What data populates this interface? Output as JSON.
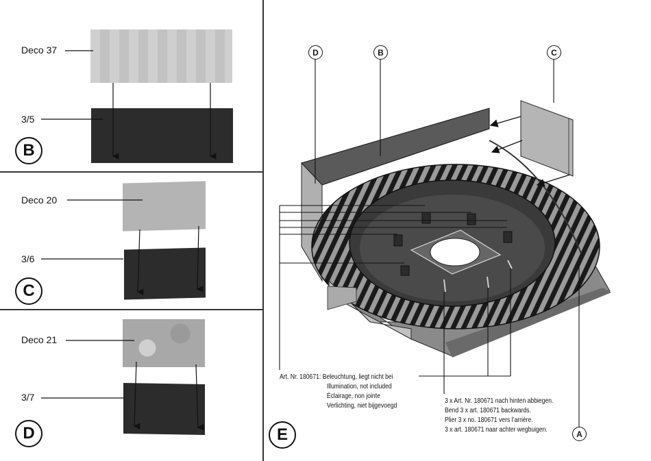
{
  "panels": {
    "B": {
      "badge": "B",
      "deco_label": "Deco 37",
      "part_label": "3/5"
    },
    "C": {
      "badge": "C",
      "deco_label": "Deco 20",
      "part_label": "3/6"
    },
    "D": {
      "badge": "D",
      "deco_label": "Deco 21",
      "part_label": "3/7"
    },
    "E": {
      "badge": "E"
    }
  },
  "callouts": {
    "D": "D",
    "B": "B",
    "C": "C",
    "A": "A"
  },
  "caption_left": [
    "Art. Nr. 180671: Beleuchtung, liegt nicht bei",
    "Illumination, not included",
    "Éclairage, non jointe",
    "Verlichting, niet bijgevoegd"
  ],
  "caption_right": [
    "3 x Art. Nr. 180671 nach hinten abbiegen.",
    "Bend 3 x art. 180671 backwards.",
    "Plier 3 x no. 180671 vers l’arrière.",
    "3 x art. 180671 naar achter wegbuigen."
  ],
  "colors": {
    "ink": "#111111",
    "deco_light": "#c8c8c8",
    "part_dark": "#2c2c2c",
    "arena_floor": "#4a4a4a"
  }
}
